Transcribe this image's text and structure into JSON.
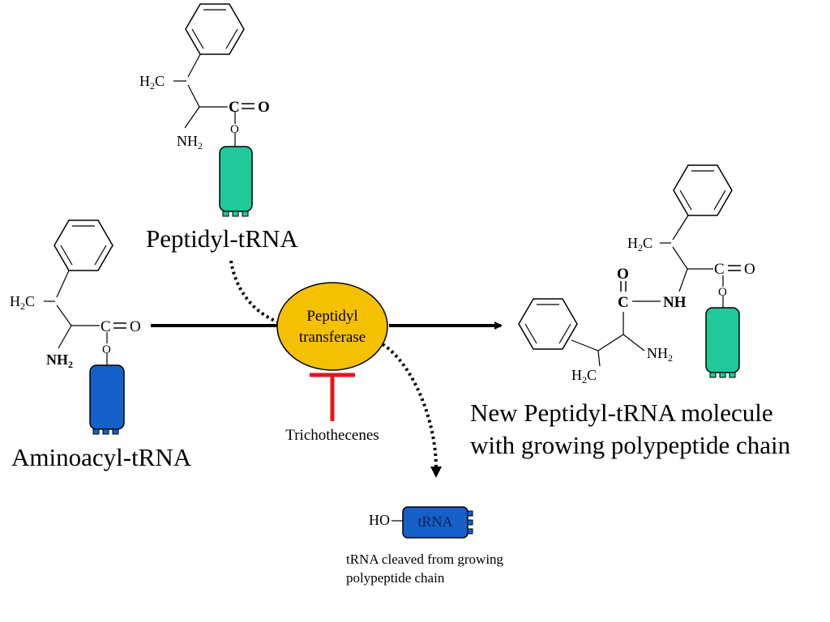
{
  "labels": {
    "peptidyl_trna": "Peptidyl-tRNA",
    "aminoacyl_trna": "Aminoacyl-tRNA",
    "enzyme_line1": "Peptidyl",
    "enzyme_line2": "transferase",
    "inhibitor": "Trichothecenes",
    "product_line1": "New Peptidyl-tRNA molecule",
    "product_line2": "with growing polypeptide chain",
    "released_ho": "HO",
    "released_trna": "tRNA",
    "released_caption_line1": "tRNA cleaved from growing",
    "released_caption_line2": "polypeptide chain"
  },
  "chem": {
    "h2c_1": "H",
    "h2c_2": "2",
    "h2c_3": "C",
    "carbonyl_c": "C",
    "carbonyl_o": "O",
    "ester_o": "O",
    "nh2_1": "NH",
    "nh2_2": "2",
    "nh": "NH",
    "peptide_c": "C",
    "peptide_o": "O"
  },
  "colors": {
    "green_trna": "#1fc99a",
    "blue_trna": "#1560c9",
    "enzyme_fill": "#f5c000",
    "inhibitor": "#e8141b",
    "line": "#000000"
  }
}
